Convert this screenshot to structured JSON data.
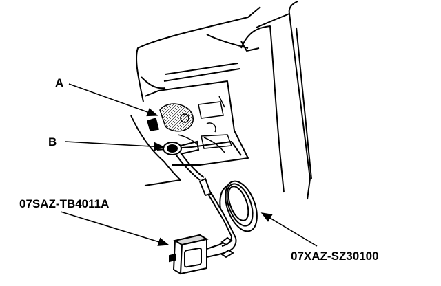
{
  "diagram": {
    "callouts": {
      "a": "A",
      "b": "B",
      "tool_tb": "07SAZ-TB4011A",
      "tool_sz": "07XAZ-SZ30100"
    },
    "colors": {
      "ink": "#000000",
      "paper": "#ffffff",
      "shade": "#d9d9d9"
    },
    "icons": {
      "dashboard": "dashboard-panel-icon",
      "connector": "dlc-connector-icon",
      "tester": "tester-box-icon",
      "cable": "coiled-cable-icon"
    }
  }
}
